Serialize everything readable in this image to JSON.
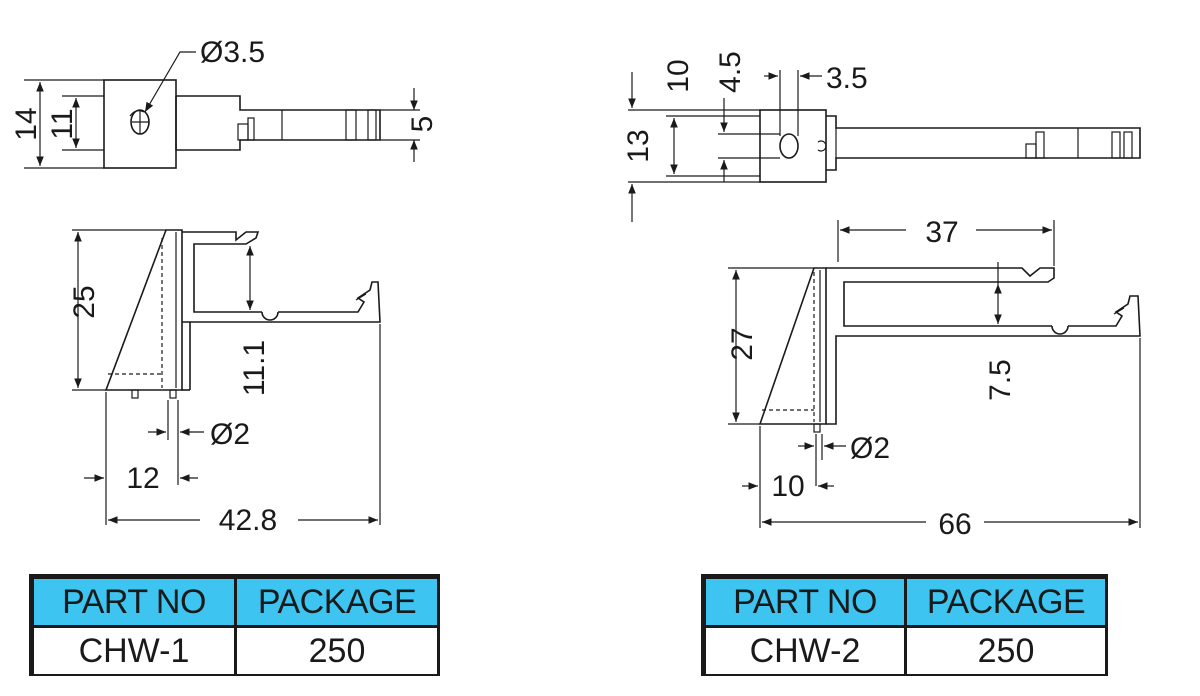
{
  "drawing_left": {
    "top_view": {
      "dims": [
        "14",
        "11",
        "Ø3.5",
        "5"
      ]
    },
    "side_view": {
      "dims": [
        "25",
        "11.1",
        "Ø2",
        "12",
        "42.8"
      ]
    }
  },
  "drawing_right": {
    "top_view": {
      "dims": [
        "13",
        "10",
        "4.5",
        "3.5"
      ]
    },
    "side_view": {
      "dims": [
        "37",
        "27",
        "7.5",
        "Ø2",
        "10",
        "66"
      ]
    }
  },
  "table_left": {
    "header_part": "PART NO",
    "header_package": "PACKAGE",
    "part": "CHW-1",
    "package": "250"
  },
  "table_right": {
    "header_part": "PART NO",
    "header_package": "PACKAGE",
    "part": "CHW-2",
    "package": "250"
  },
  "colors": {
    "header_bg": "#3ec4f0",
    "line": "#1a1a1a",
    "background": "#ffffff"
  }
}
